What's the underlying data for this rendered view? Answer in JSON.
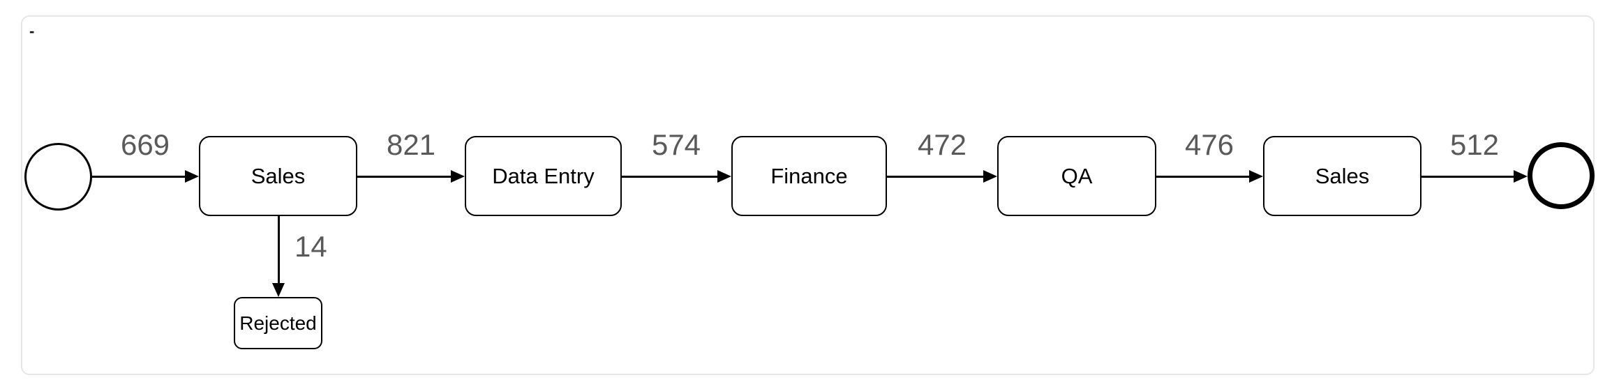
{
  "panel": {
    "dash": "-"
  },
  "diagram": {
    "type": "process-flow",
    "nodes": [
      {
        "id": "start",
        "kind": "start-event"
      },
      {
        "id": "sales-1",
        "kind": "activity",
        "label": "Sales"
      },
      {
        "id": "data-entry",
        "kind": "activity",
        "label": "Data Entry"
      },
      {
        "id": "finance",
        "kind": "activity",
        "label": "Finance"
      },
      {
        "id": "qa",
        "kind": "activity",
        "label": "QA"
      },
      {
        "id": "sales-2",
        "kind": "activity",
        "label": "Sales"
      },
      {
        "id": "end",
        "kind": "end-event"
      },
      {
        "id": "rejected",
        "kind": "activity",
        "label": "Rejected"
      }
    ],
    "edges": [
      {
        "from": "start",
        "to": "sales-1",
        "label": "669"
      },
      {
        "from": "sales-1",
        "to": "data-entry",
        "label": "821"
      },
      {
        "from": "data-entry",
        "to": "finance",
        "label": "574"
      },
      {
        "from": "finance",
        "to": "qa",
        "label": "472"
      },
      {
        "from": "qa",
        "to": "sales-2",
        "label": "476"
      },
      {
        "from": "sales-2",
        "to": "end",
        "label": "512"
      },
      {
        "from": "sales-1",
        "to": "rejected",
        "label": "14"
      }
    ],
    "colors": {
      "node_border": "#000000",
      "node_fill": "#ffffff",
      "edge_stroke": "#000000",
      "edge_label": "#595959",
      "panel_border": "#e6e6e6",
      "background": "#ffffff"
    }
  }
}
